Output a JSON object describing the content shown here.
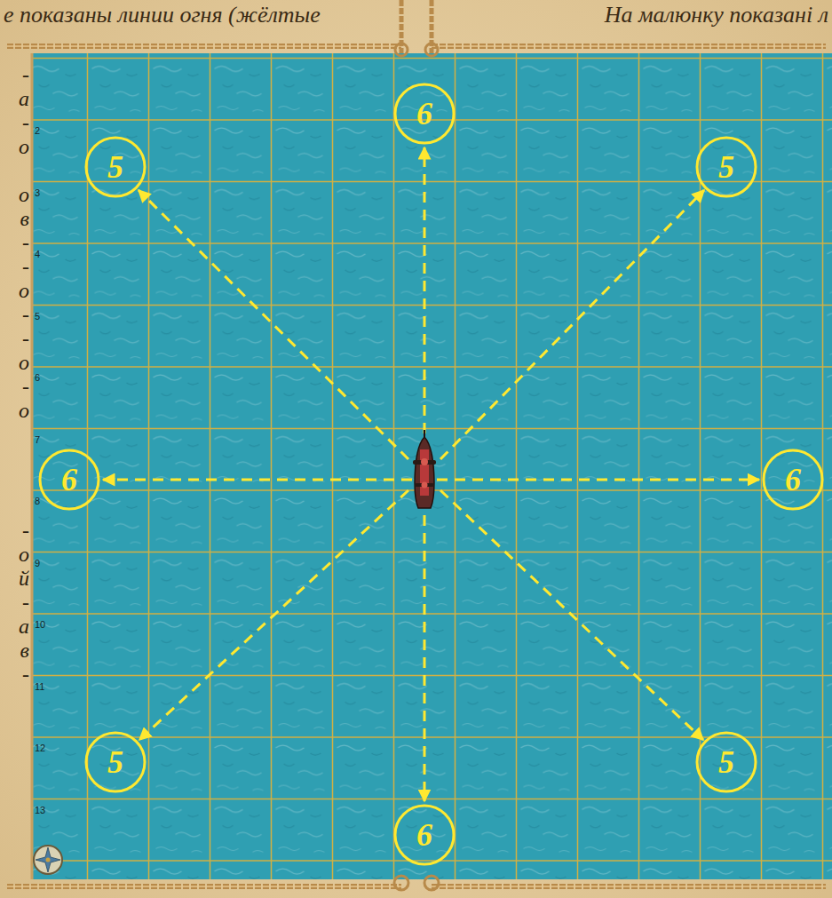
{
  "diagram": {
    "nodes": [
      {
        "text": [
          "6"
        ]
      },
      {
        "text": [
          "5"
        ]
      },
      {
        "text": [
          "5"
        ]
      },
      {
        "text": [
          "6"
        ]
      },
      {
        "text": [
          "6"
        ]
      },
      {
        "text": [
          "5"
        ]
      },
      {
        "text": [
          "5"
        ]
      },
      {
        "text": [
          "6"
        ]
      }
    ],
    "labels": [
      "е показаны линии огня (жёлтые",
      "На малюнку показані л",
      "-",
      "а",
      "-",
      "о",
      "о",
      "в",
      "-",
      "-",
      "о",
      "-",
      "-",
      "о",
      "-",
      "о",
      "-",
      "о",
      "й",
      "-",
      "а",
      "в",
      "-",
      "2",
      "3",
      "4",
      "5",
      "6",
      "7",
      "8",
      "9",
      "10",
      "11",
      "12",
      "13"
    ]
  }
}
